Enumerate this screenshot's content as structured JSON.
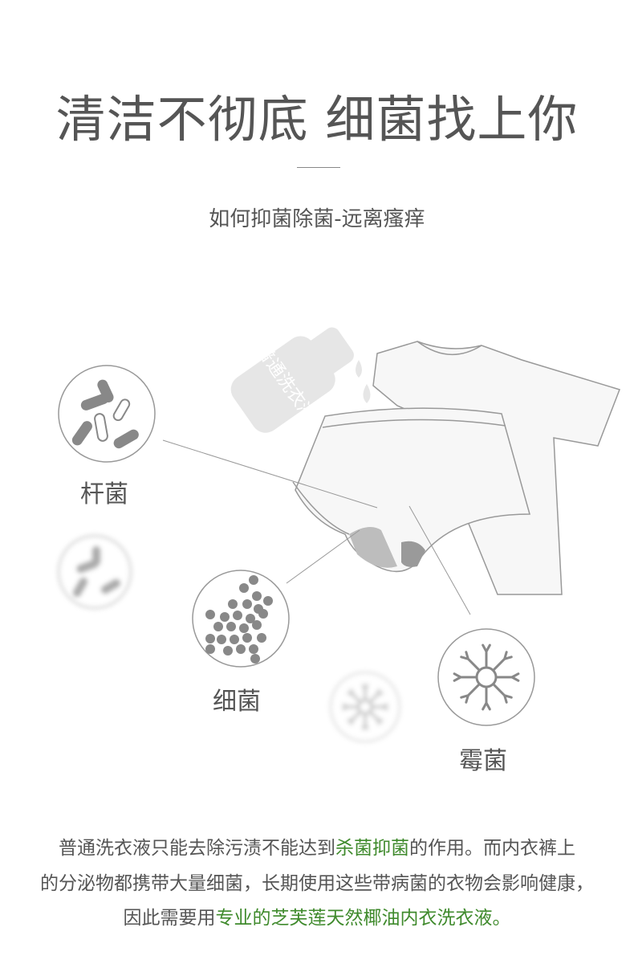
{
  "header": {
    "title": "清洁不彻底 细菌找上你",
    "subtitle": "如何抑菌除菌-远离瘙痒"
  },
  "illustration": {
    "bottle_label": "普通洗衣液",
    "labels": {
      "rod_bacteria": "杆菌",
      "bacteria": "细菌",
      "mold": "霉菌"
    }
  },
  "description": {
    "line1_a": "普通洗衣液只能去除污渍不能达到",
    "line1_highlight": "杀菌抑菌",
    "line1_b": "的作用。而内衣裤上",
    "line2": "的分泌物都携带大量细菌，长期使用这些带病菌的衣物会影响健康，",
    "line3_a": "因此需要用",
    "line3_highlight": "专业的芝芙莲天然椰油内衣洗衣液。"
  },
  "colors": {
    "text": "#555555",
    "highlight": "#3f8a2c",
    "icon": "#8a8a8a"
  }
}
